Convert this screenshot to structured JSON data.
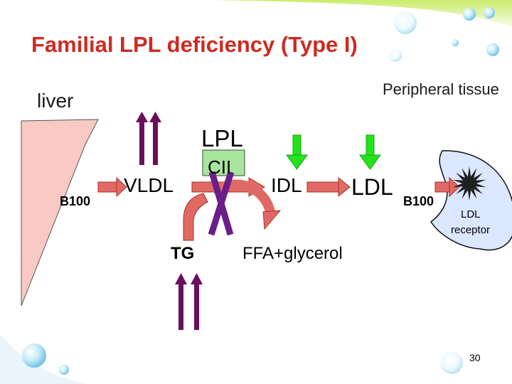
{
  "slide": {
    "title": "Familial LPL deficiency (Type I)",
    "page_number": "30"
  },
  "labels": {
    "liver": "liver",
    "peripheral_tissue": "Peripheral tissue",
    "b100_liver": "B100",
    "vldl": "VLDL",
    "lpl": "LPL",
    "cii": "CII",
    "idl": "IDL",
    "ldl": "LDL",
    "b100_ldl": "B100",
    "ldl_receptor_line1": "LDL",
    "ldl_receptor_line2": "receptor",
    "tg": "TG",
    "ffa_glycerol": "FFA+glycerol"
  },
  "colors": {
    "title": "#cc2b22",
    "liver_fill": "#f9c9c3",
    "arrow_red": "#e06a63",
    "arrow_red_dark": "#a8302b",
    "arrow_purple": "#6b0f5a",
    "arrow_green": "#22e31c",
    "block_x": "#6a1e88",
    "lpl_box": "#a7e59a",
    "cell_fill": "#dbe6ff",
    "starburst": "#202020"
  }
}
